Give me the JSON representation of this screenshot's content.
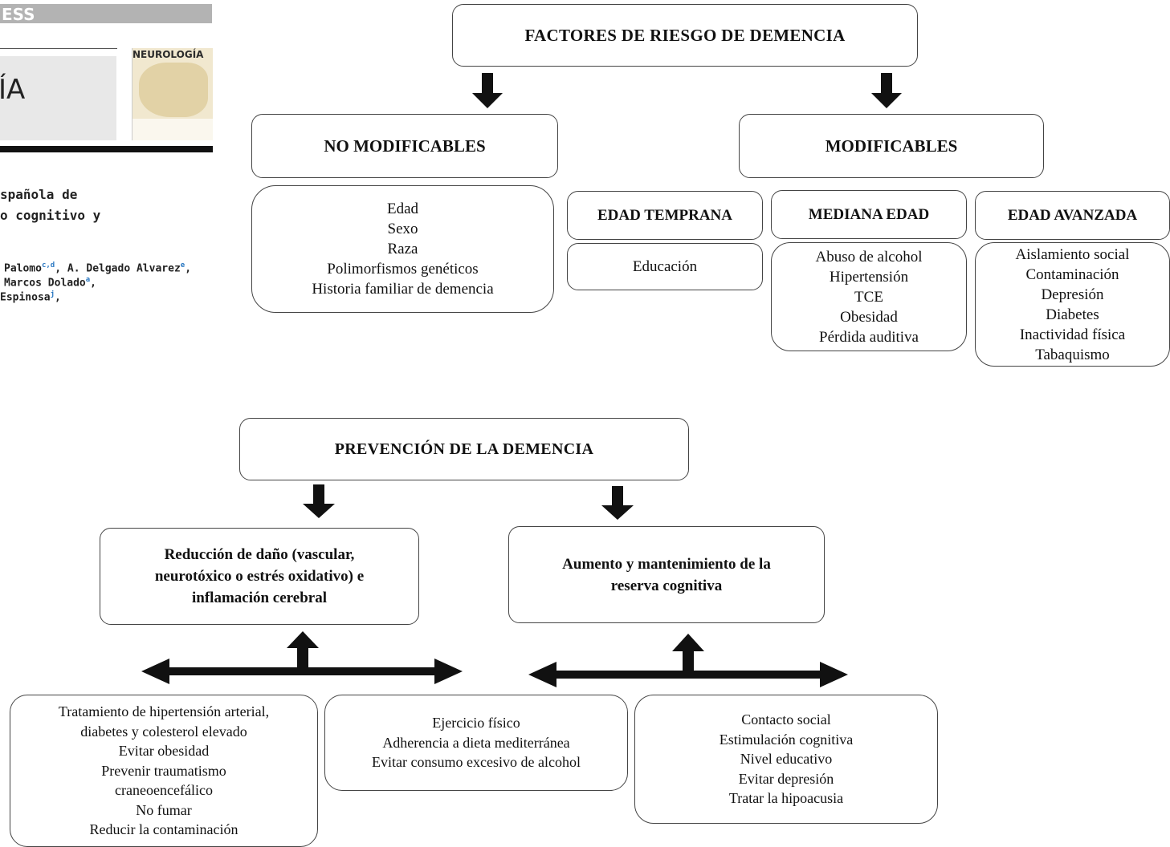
{
  "background_page": {
    "banner": "ESS",
    "journal_fragment": "ÍA",
    "cover_label": "NEUROLOGÍA",
    "title_line1": "spañola de",
    "title_line2": "o cognitivo y",
    "author_line1": "Palomo",
    "author_line1_sup": "c,d",
    "author_line1_b": ", A. Delgado Alvarez",
    "author_line1_b_sup": "e",
    "author_line1_c": ",",
    "author_line2": "Marcos Dolado",
    "author_line2_sup": "a",
    "author_line2_b": ",",
    "author_line3": "Espinosa",
    "author_line3_sup": "j",
    "author_line3_b": ","
  },
  "risk_diagram": {
    "title": "FACTORES DE RIESGO DE DEMENCIA",
    "non_modifiable": {
      "label": "NO MODIFICABLES",
      "items": [
        "Edad",
        "Sexo",
        "Raza",
        "Polimorfismos genéticos",
        "Historia familiar de demencia"
      ]
    },
    "modifiable": {
      "label": "MODIFICABLES",
      "early": {
        "label": "EDAD TEMPRANA",
        "items": [
          "Educación"
        ]
      },
      "midlife": {
        "label": "MEDIANA EDAD",
        "items": [
          "Abuso de alcohol",
          "Hipertensión",
          "TCE",
          "Obesidad",
          "Pérdida auditiva"
        ]
      },
      "late": {
        "label": "EDAD AVANZADA",
        "items": [
          "Aislamiento social",
          "Contaminación",
          "Depresión",
          "Diabetes",
          "Inactividad física",
          "Tabaquismo"
        ]
      }
    }
  },
  "prevention_diagram": {
    "title": "PREVENCIÓN DE LA DEMENCIA",
    "damage_reduction": [
      "Reducción de daño (vascular,",
      "neurotóxico o estrés oxidativo) e",
      "inflamación cerebral"
    ],
    "cognitive_reserve": [
      "Aumento y mantenimiento de la",
      "reserva cognitiva"
    ],
    "left_box": [
      "Tratamiento de hipertensión arterial,",
      "diabetes y colesterol elevado",
      "Evitar obesidad",
      "Prevenir traumatismo",
      "craneoencefálico",
      "No fumar",
      "Reducir la contaminación"
    ],
    "middle_box": [
      "Ejercicio físico",
      "Adherencia a dieta mediterránea",
      "Evitar consumo excesivo de alcohol"
    ],
    "right_box": [
      "Contacto social",
      "Estimulación cognitiva",
      "Nivel educativo",
      "Evitar depresión",
      "Tratar la hipoacusia"
    ]
  }
}
